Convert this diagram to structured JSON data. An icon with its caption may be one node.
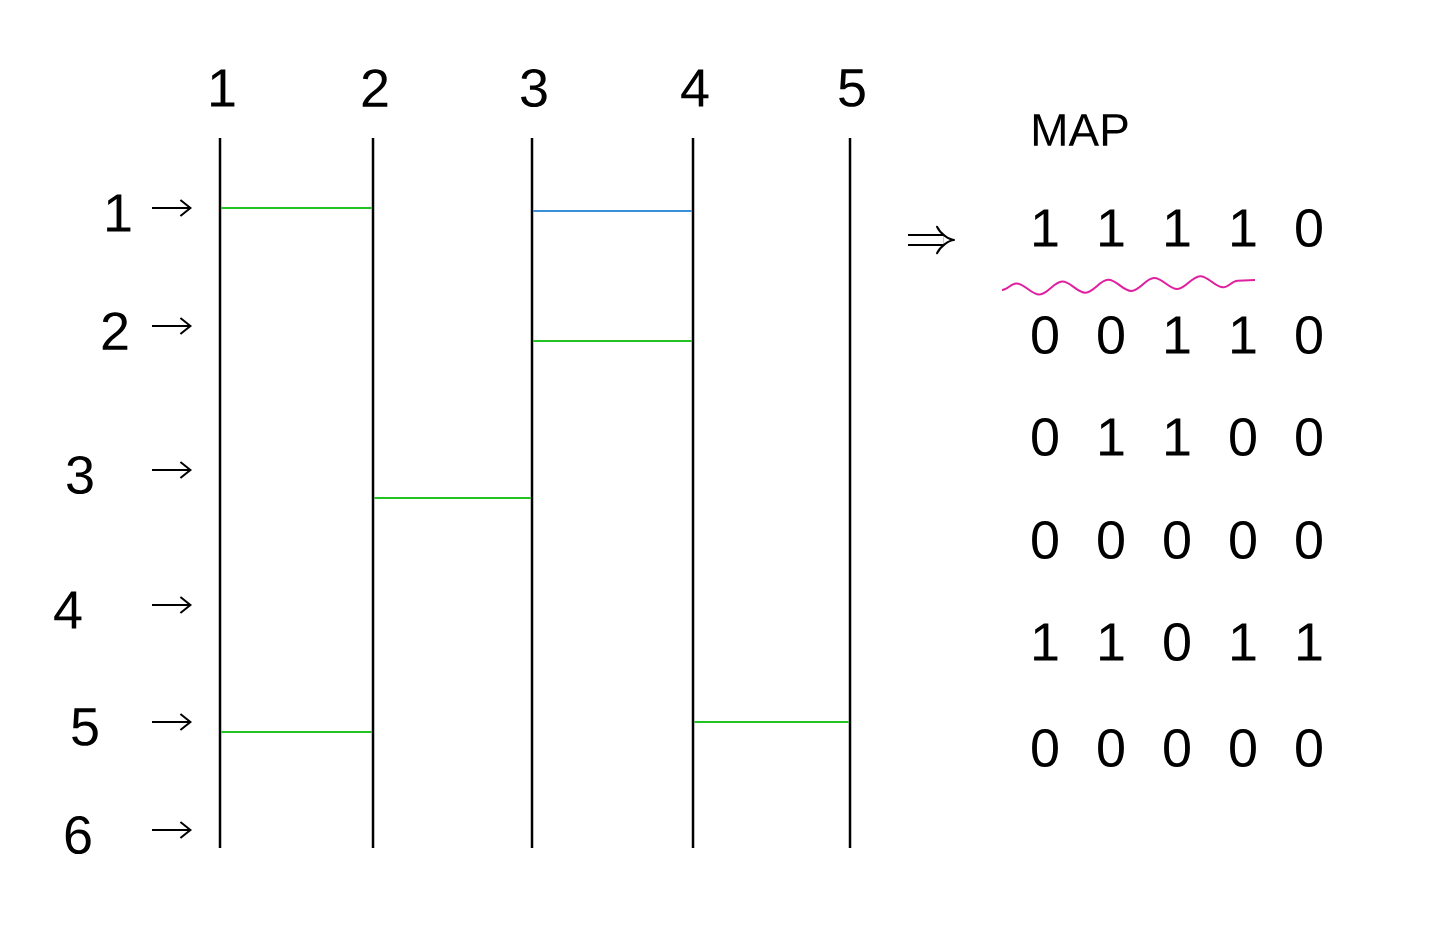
{
  "diagram": {
    "nodes": [
      {
        "text": [
          "1"
        ]
      },
      {
        "text": [
          "2"
        ]
      },
      {
        "text": [
          "3"
        ]
      },
      {
        "text": [
          "4"
        ]
      },
      {
        "text": [
          "5"
        ]
      }
    ],
    "edges": [
      {
        "from": 0,
        "to": 1,
        "arrow": "none"
      },
      {
        "from": 2,
        "to": 3,
        "arrow": "none",
        "color": "#3a8fd8"
      },
      {
        "from": 2,
        "to": 3,
        "arrow": "none"
      },
      {
        "from": 1,
        "to": 2,
        "arrow": "none"
      },
      {
        "from": 0,
        "to": 1,
        "arrow": "none"
      },
      {
        "from": 3,
        "to": 4,
        "arrow": "none"
      }
    ],
    "labels": [
      "1",
      "2",
      "3",
      "4",
      "5",
      "6",
      "MAP",
      "1",
      "1",
      "1",
      "1",
      "0",
      "0",
      "0",
      "1",
      "1",
      "0",
      "0",
      "1",
      "1",
      "0",
      "0",
      "0",
      "0",
      "0",
      "0",
      "0",
      "1",
      "1",
      "0",
      "1",
      "1",
      "0",
      "0",
      "0",
      "0",
      "0"
    ]
  }
}
